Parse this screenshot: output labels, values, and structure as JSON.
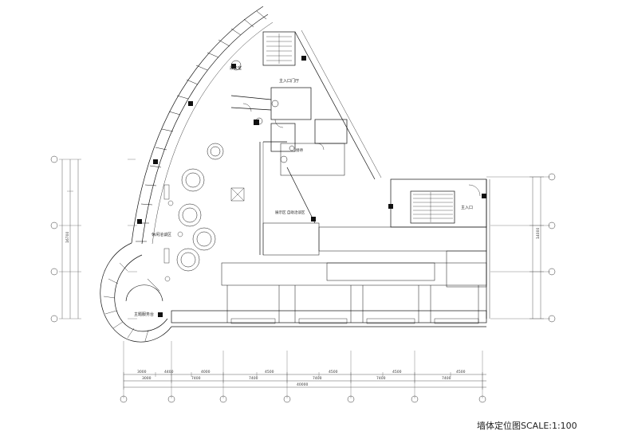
{
  "drawing": {
    "caption": "墙体定位图SCALE:1:100"
  },
  "rooms": {
    "office": "办公室",
    "main_entrance_hall": "主入口门厅",
    "reception": "接待",
    "display_area": "展示区 自助洽谈区",
    "leisure_seating_area": "休闲洽谈区",
    "service_counter": "主题服务台",
    "main_entrance": "主入口"
  },
  "dimensions": {
    "bottom_row1": [
      "3000",
      "4400",
      "4000",
      "4500",
      "4500",
      "4500",
      "4500"
    ],
    "bottom_row2": [
      "3000",
      "7400",
      "7400",
      "7400",
      "7400",
      "7400"
    ],
    "bottom_total": "40000",
    "left_overall": "16700",
    "right_overall": "14000"
  }
}
